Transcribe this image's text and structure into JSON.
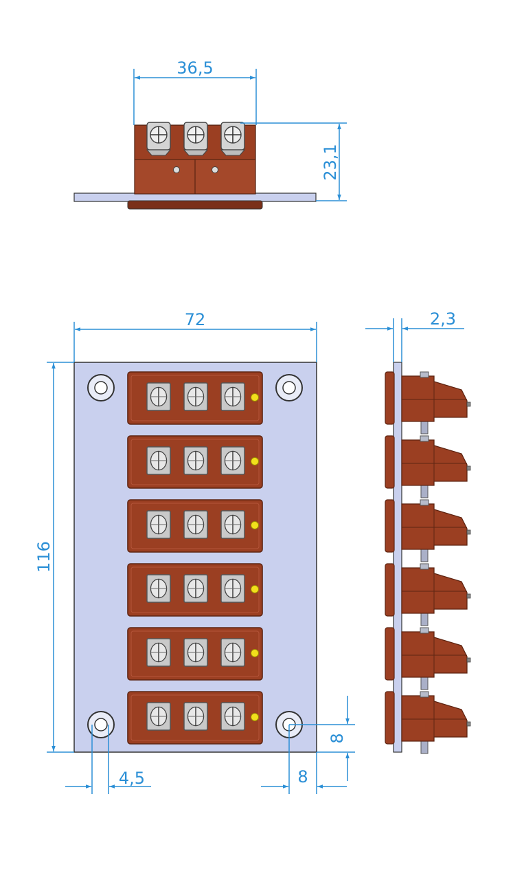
{
  "dimensions": {
    "top_width": "36,5",
    "top_height": "23,1",
    "front_width": "72",
    "front_height": "116",
    "side_thickness": "2,3",
    "hole_offset_x": "4,5",
    "corner_offset_x": "8",
    "corner_offset_y": "8"
  },
  "colors": {
    "dimension": "#2b8fd6",
    "plate": "#c9d0ee",
    "plate_stroke": "#333333",
    "connector": "#9b3f22",
    "connector_dark": "#5e2512",
    "connector_light": "#b5553a",
    "terminal": "#c9c9c9",
    "terminal_dark": "#555555",
    "indicator": "#f2e01c",
    "stem": "#aab0c8"
  },
  "layout": {
    "connector_rows": 6,
    "terminals_per_row": 3
  }
}
